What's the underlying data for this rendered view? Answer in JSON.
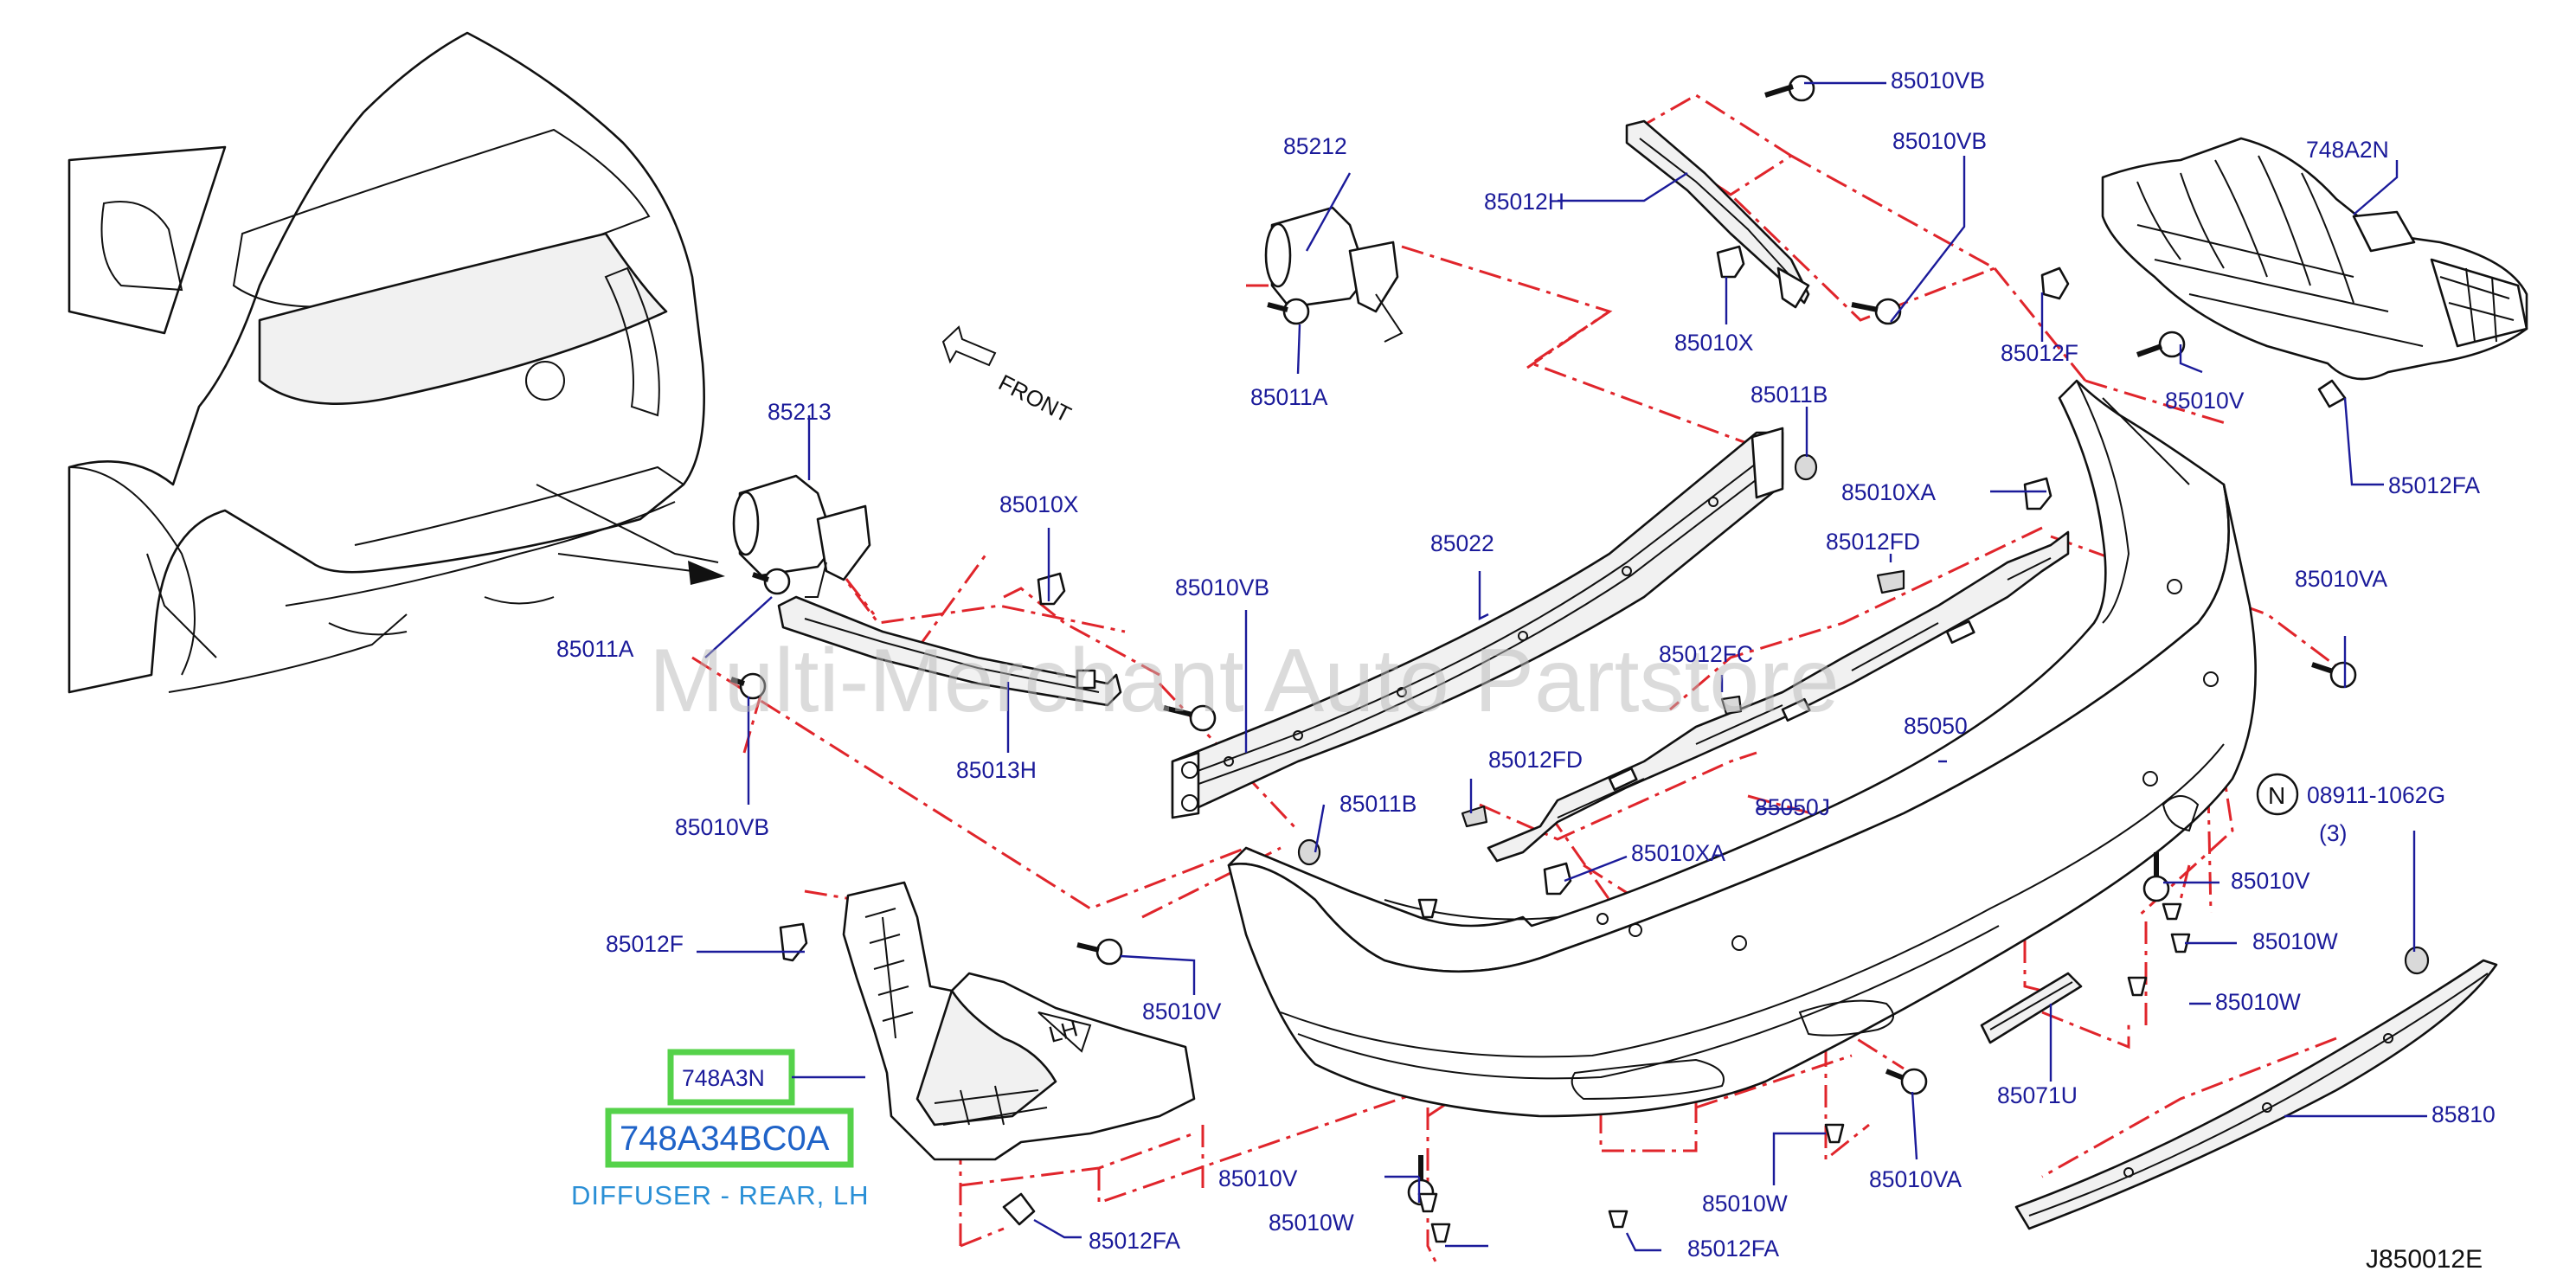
{
  "watermark": "Multi-Merchant Auto Partstore",
  "diagram_code": "J850012E",
  "direction_label": "FRONT",
  "note_symbol": "N",
  "note_qty": "(3)",
  "highlight": {
    "part_number": "748A3N",
    "oem_number": "748A34BC0A",
    "description": "DIFFUSER - REAR, LH"
  },
  "callouts": [
    {
      "id": "c01",
      "text": "85010VB"
    },
    {
      "id": "c02",
      "text": "85010VB"
    },
    {
      "id": "c03",
      "text": "748A2N"
    },
    {
      "id": "c04",
      "text": "85212"
    },
    {
      "id": "c05",
      "text": "85012H"
    },
    {
      "id": "c06",
      "text": "85011A"
    },
    {
      "id": "c07",
      "text": "85010X"
    },
    {
      "id": "c08",
      "text": "85012F"
    },
    {
      "id": "c09",
      "text": "85010V"
    },
    {
      "id": "c10",
      "text": "85012FA"
    },
    {
      "id": "c11",
      "text": "85213"
    },
    {
      "id": "c12",
      "text": "85011B"
    },
    {
      "id": "c13",
      "text": "85010XA"
    },
    {
      "id": "c14",
      "text": "85010X"
    },
    {
      "id": "c15",
      "text": "85022"
    },
    {
      "id": "c16",
      "text": "85012FD"
    },
    {
      "id": "c17",
      "text": "85010VA"
    },
    {
      "id": "c18",
      "text": "85011A"
    },
    {
      "id": "c19",
      "text": "85010VB"
    },
    {
      "id": "c20",
      "text": "85012FC"
    },
    {
      "id": "c21",
      "text": "85050"
    },
    {
      "id": "c22",
      "text": "85013H"
    },
    {
      "id": "c23",
      "text": "85012FD"
    },
    {
      "id": "c24",
      "text": "85050J"
    },
    {
      "id": "c25",
      "text": "08911-1062G"
    },
    {
      "id": "c26",
      "text": "85010VB"
    },
    {
      "id": "c27",
      "text": "85011B"
    },
    {
      "id": "c28",
      "text": "85010XA"
    },
    {
      "id": "c29",
      "text": "85010V"
    },
    {
      "id": "c30",
      "text": "85012F"
    },
    {
      "id": "c31",
      "text": "85010W"
    },
    {
      "id": "c32",
      "text": "85010V"
    },
    {
      "id": "c33",
      "text": "85010W"
    },
    {
      "id": "c34",
      "text": "85810"
    },
    {
      "id": "c35",
      "text": "85071U"
    },
    {
      "id": "c36",
      "text": "85010W"
    },
    {
      "id": "c37",
      "text": "85010V"
    },
    {
      "id": "c38",
      "text": "85010VA"
    },
    {
      "id": "c39",
      "text": "85010W"
    },
    {
      "id": "c40",
      "text": "85012FA"
    },
    {
      "id": "c41",
      "text": "85012FA"
    }
  ],
  "colors": {
    "label": "#1b1b9a",
    "dashed_line": "#e0252b",
    "highlight_box": "#55d24a",
    "highlight_text": "#1f63c8",
    "description_text": "#2a8fd6"
  },
  "icons": [
    "front-arrow-icon",
    "note-n-icon"
  ]
}
